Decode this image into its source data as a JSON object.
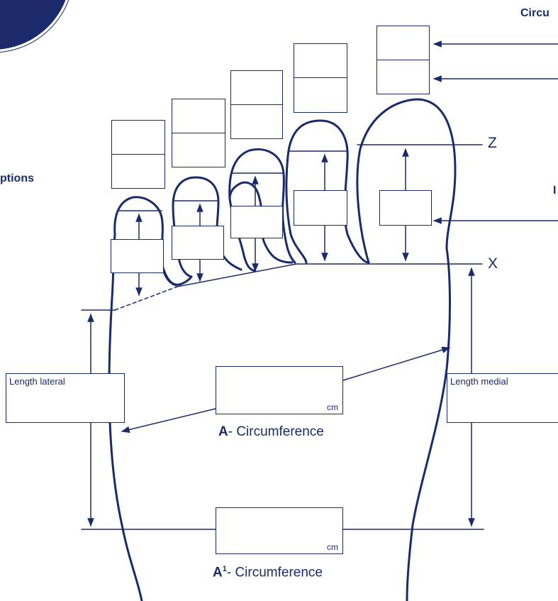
{
  "header": {
    "circumference_label_partial": "Circu",
    "options_label_partial": "ptions",
    "side_label_partial": "I"
  },
  "markers": {
    "z": "Z",
    "x": "X"
  },
  "fields": {
    "length_lateral": "Length lateral",
    "length_medial": "Length medial",
    "a_unit": "cm",
    "a1_unit": "cm"
  },
  "captions": {
    "a_letter": "A",
    "a_text": "- Circumference",
    "a1_letter": "A",
    "a1_sup": "1",
    "a1_text": "- Circumference"
  },
  "colors": {
    "ink": "#1b2a6b",
    "background": "#ffffff"
  }
}
